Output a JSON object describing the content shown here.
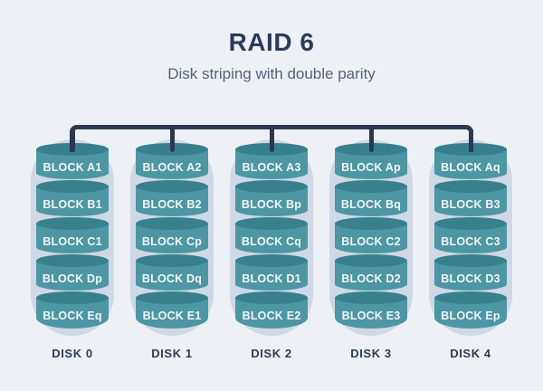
{
  "header": {
    "title": "RAID 6",
    "subtitle": "Disk striping with double parity"
  },
  "colors": {
    "bg": "#edf1f6",
    "pill": "#cfd8e5",
    "cyl_body": "#4d96a3",
    "cyl_top": "#37808e",
    "bus": "#2d3850",
    "title": "#2d3a5a",
    "subtitle": "#55617c",
    "disk_label": "#2d3a5a",
    "block_text": "#f0f6f7"
  },
  "disks": [
    {
      "label": "DISK 0",
      "blocks": [
        "BLOCK A1",
        "BLOCK B1",
        "BLOCK C1",
        "BLOCK Dp",
        "BLOCK Eq"
      ]
    },
    {
      "label": "DISK 1",
      "blocks": [
        "BLOCK A2",
        "BLOCK B2",
        "BLOCK Cp",
        "BLOCK Dq",
        "BLOCK E1"
      ]
    },
    {
      "label": "DISK 2",
      "blocks": [
        "BLOCK A3",
        "BLOCK Bp",
        "BLOCK Cq",
        "BLOCK D1",
        "BLOCK E2"
      ]
    },
    {
      "label": "DISK 3",
      "blocks": [
        "BLOCK Ap",
        "BLOCK Bq",
        "BLOCK C2",
        "BLOCK D2",
        "BLOCK E3"
      ]
    },
    {
      "label": "DISK 4",
      "blocks": [
        "BLOCK Aq",
        "BLOCK B3",
        "BLOCK C3",
        "BLOCK D3",
        "BLOCK Ep"
      ]
    }
  ]
}
